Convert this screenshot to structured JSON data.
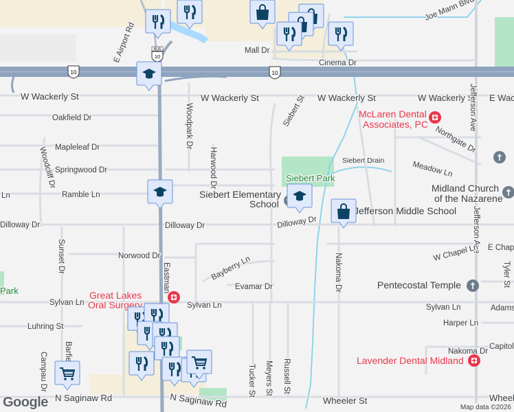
{
  "map": {
    "colors": {
      "background": "#f4f3f4",
      "road": "#d9dde3",
      "highway": "#8ea3bd",
      "arterial": "#9aabbf",
      "water": "#8fd3ec",
      "park": "#b3e6c6",
      "commercial": "#f4eedb",
      "marker_fill": "#dfe9fb",
      "marker_border": "#6a93d8",
      "marker_icon": "#0d4464",
      "poi_red": "#e8374b"
    },
    "streets": {
      "joe_mann": "Joe Mann Blvd",
      "airport": "E Airport Rd",
      "mall": "Mall Dr",
      "cinema": "Cinema Dr",
      "wackerly": "W Wackerly St",
      "e_wackerly": "E Wacke",
      "jefferson": "Jefferson Ave",
      "siebert": "Siebert St",
      "northgate": "Northgate Dr",
      "oakfield": "Oakfield Dr",
      "mapleleaf": "Mapleleaf Dr",
      "woodpark": "Woodpark Dr",
      "harwood": "Harwood Dr",
      "springwood": "Springwood Dr",
      "woodcliff": "Woodcliff Dr",
      "siebert_drain": "Siebert Drain",
      "meadow": "Meadow Ln",
      "ln": "Ln",
      "ramble": "Ramble Ln",
      "dilloway": "Dilloway Dr",
      "norwood": "Norwood Dr",
      "sunset": "Sunset Dr",
      "bayberry": "Bayberry Ln",
      "w_chapel": "W Chapel Ln",
      "e_chapel": "E Chapel Ln",
      "nakoma": "Nakoma Dr",
      "tyler": "Tyler St",
      "evamar": "Evamar Dr",
      "sylvan": "Sylvan Ln",
      "adams": "Adams",
      "harper": "Harper Ln",
      "luhring": "Luhring St",
      "capitol": "Capitol",
      "barfield": "Barfield",
      "campau": "Campau Dr",
      "tucker": "Tucker St",
      "meyers": "Meyers St",
      "russell": "Russell St",
      "saginaw": "N Saginaw Rd",
      "wheeler": "Wheeler St",
      "wheeler_e": "Wheeler",
      "eastman": "Eastman"
    },
    "shields": {
      "us10": "10",
      "bus": "BUS",
      "bus10": "10"
    },
    "pois": {
      "mclaren_1": "McLaren Dental",
      "mclaren_2": "Associates, PC",
      "siebert_park": "Siebert Park",
      "siebert_school_1": "Siebert Elementary",
      "siebert_school_2": "School",
      "jefferson_ms": "Jefferson Middle School",
      "nazarene_1": "Midland Church",
      "nazarene_2": "of the Nazarene",
      "pentecostal": "Pentecostal Temple",
      "park": "Park",
      "great_lakes_1": "Great Lakes",
      "great_lakes_2": "Oral Surgery",
      "lavender": "Lavender Dental Midland"
    },
    "markers": [
      "restaurant",
      "restaurant",
      "shopping",
      "shopping",
      "shopping",
      "restaurant",
      "restaurant",
      "school",
      "school",
      "school",
      "shopping",
      "restaurant",
      "restaurant",
      "restaurant",
      "restaurant",
      "restaurant",
      "restaurant",
      "restaurant",
      "restaurant",
      "shopping-cart",
      "shopping-cart"
    ],
    "attribution": "Map data ©2026",
    "logo": "Google"
  }
}
